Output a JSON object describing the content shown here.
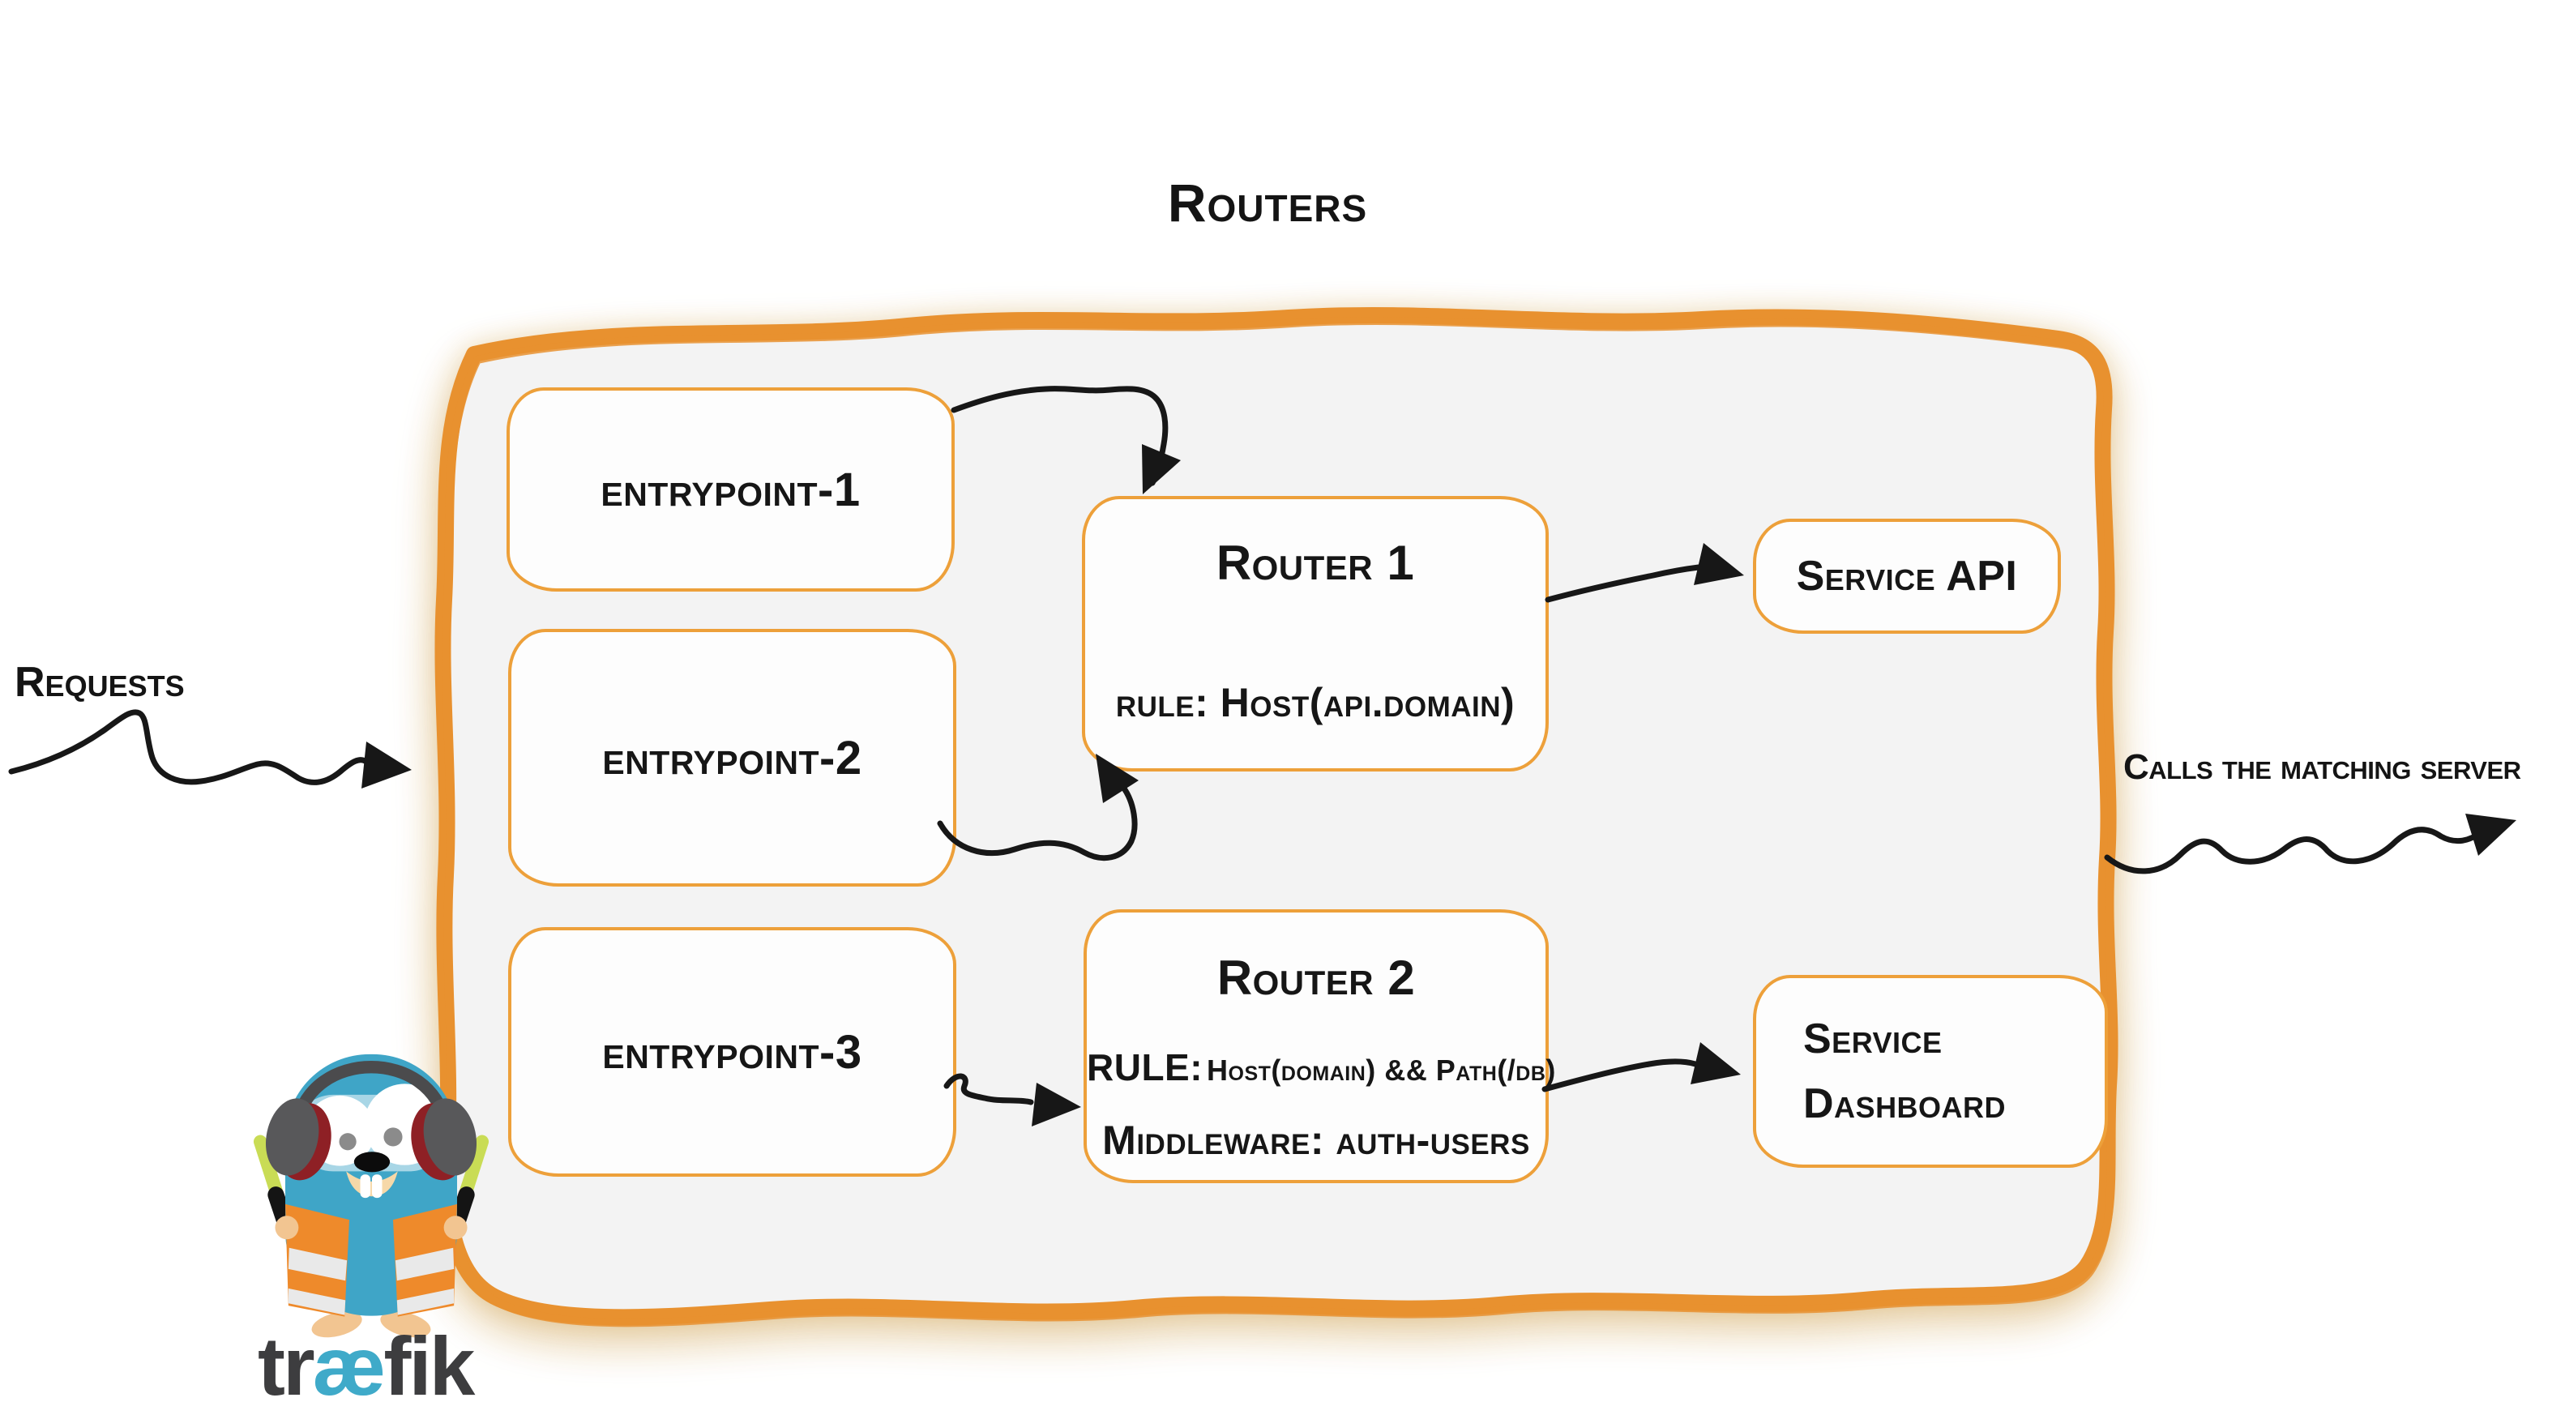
{
  "title": "Routers",
  "labels": {
    "requests": "Requests",
    "calls": "Calls the matching server"
  },
  "entrypoints": [
    {
      "label": "entrypoint-1"
    },
    {
      "label": "entrypoint-2"
    },
    {
      "label": "entrypoint-3"
    }
  ],
  "routers": [
    {
      "name": "Router 1",
      "rule": "rule: Host(api.domain)"
    },
    {
      "name": "Router 2",
      "rule_label": "RULE:",
      "rule_value": "Host(domain) && Path(/db)",
      "middleware": "Middleware: auth-users"
    }
  ],
  "services": [
    {
      "label": "Service API"
    },
    {
      "line1": "Service",
      "line2": "Dashboard"
    }
  ],
  "logo": {
    "wordmark_pre": "tr",
    "wordmark_ae": "æ",
    "wordmark_post": "fik"
  },
  "colors": {
    "brush_orange": "#E8912F",
    "card_border_orange": "#EDA03A",
    "panel_fill": "#F3F3F3",
    "card_fill": "#FDFDFD",
    "ink": "#161616",
    "logo_teal": "#3FAAC9"
  }
}
